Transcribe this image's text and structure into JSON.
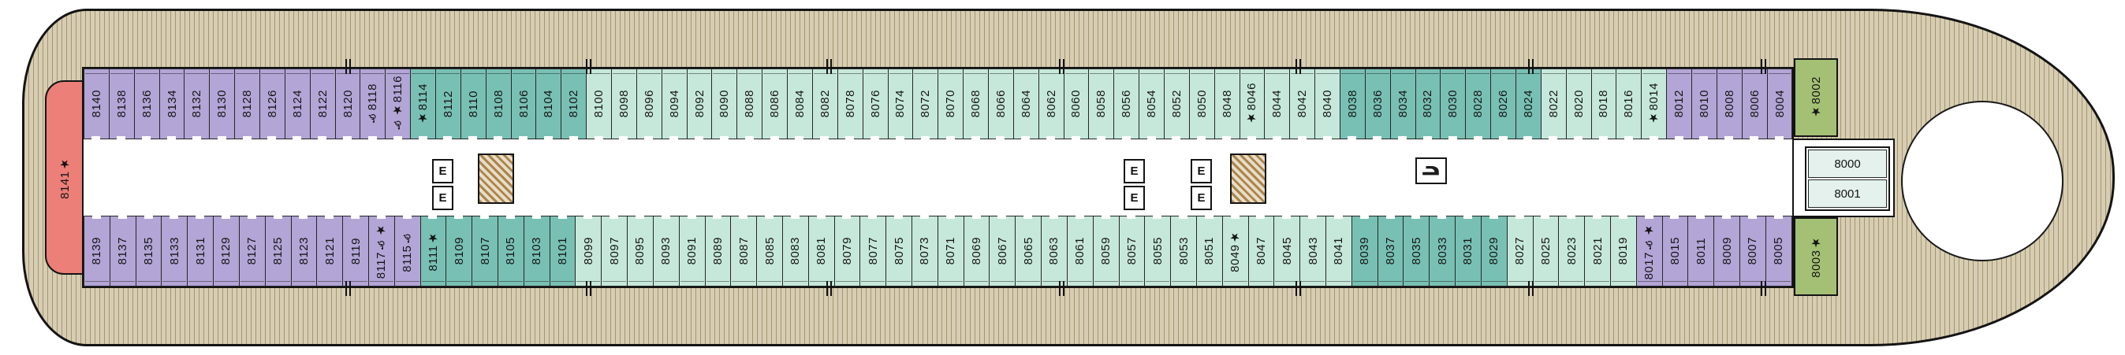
{
  "deck_plan": {
    "colors": {
      "purple": "#b3a5d6",
      "teal": "#79c0b4",
      "mint": "#c6e8da",
      "green": "#a3c075",
      "red": "#ec7f77",
      "pale": "#e4f1ec"
    },
    "stern_cabin": {
      "number": "8141",
      "symbols": "★"
    },
    "top_row": [
      {
        "n": "8140",
        "c": "purple"
      },
      {
        "n": "8138",
        "c": "purple"
      },
      {
        "n": "8136",
        "c": "purple"
      },
      {
        "n": "8134",
        "c": "purple"
      },
      {
        "n": "8132",
        "c": "purple"
      },
      {
        "n": "8130",
        "c": "purple"
      },
      {
        "n": "8128",
        "c": "purple"
      },
      {
        "n": "8126",
        "c": "purple"
      },
      {
        "n": "8124",
        "c": "purple"
      },
      {
        "n": "8122",
        "c": "purple"
      },
      {
        "n": "8120",
        "c": "purple"
      },
      {
        "n": "8118",
        "c": "purple",
        "s": "♿"
      },
      {
        "n": "8116",
        "c": "purple",
        "s": "♿★"
      },
      {
        "n": "8114",
        "c": "teal",
        "s": "★"
      },
      {
        "n": "8112",
        "c": "teal"
      },
      {
        "n": "8110",
        "c": "teal"
      },
      {
        "n": "8108",
        "c": "teal"
      },
      {
        "n": "8106",
        "c": "teal"
      },
      {
        "n": "8104",
        "c": "teal"
      },
      {
        "n": "8102",
        "c": "teal"
      },
      {
        "n": "8100",
        "c": "mint"
      },
      {
        "n": "8098",
        "c": "mint"
      },
      {
        "n": "8096",
        "c": "mint"
      },
      {
        "n": "8094",
        "c": "mint"
      },
      {
        "n": "8092",
        "c": "mint"
      },
      {
        "n": "8090",
        "c": "mint"
      },
      {
        "n": "8088",
        "c": "mint"
      },
      {
        "n": "8086",
        "c": "mint"
      },
      {
        "n": "8084",
        "c": "mint"
      },
      {
        "n": "8082",
        "c": "mint"
      },
      {
        "n": "8078",
        "c": "mint"
      },
      {
        "n": "8076",
        "c": "mint"
      },
      {
        "n": "8074",
        "c": "mint"
      },
      {
        "n": "8072",
        "c": "mint"
      },
      {
        "n": "8070",
        "c": "mint"
      },
      {
        "n": "8068",
        "c": "mint"
      },
      {
        "n": "8066",
        "c": "mint"
      },
      {
        "n": "8064",
        "c": "mint"
      },
      {
        "n": "8062",
        "c": "mint"
      },
      {
        "n": "8060",
        "c": "mint"
      },
      {
        "n": "8058",
        "c": "mint"
      },
      {
        "n": "8056",
        "c": "mint"
      },
      {
        "n": "8054",
        "c": "mint"
      },
      {
        "n": "8052",
        "c": "mint"
      },
      {
        "n": "8050",
        "c": "mint"
      },
      {
        "n": "8048",
        "c": "mint"
      },
      {
        "n": "8046",
        "c": "mint",
        "s": "★"
      },
      {
        "n": "8044",
        "c": "mint"
      },
      {
        "n": "8042",
        "c": "mint"
      },
      {
        "n": "8040",
        "c": "mint"
      },
      {
        "n": "8038",
        "c": "teal"
      },
      {
        "n": "8036",
        "c": "teal"
      },
      {
        "n": "8034",
        "c": "teal"
      },
      {
        "n": "8032",
        "c": "teal"
      },
      {
        "n": "8030",
        "c": "teal"
      },
      {
        "n": "8028",
        "c": "teal"
      },
      {
        "n": "8026",
        "c": "teal"
      },
      {
        "n": "8024",
        "c": "teal"
      },
      {
        "n": "8022",
        "c": "mint"
      },
      {
        "n": "8020",
        "c": "mint"
      },
      {
        "n": "8018",
        "c": "mint"
      },
      {
        "n": "8016",
        "c": "mint"
      },
      {
        "n": "8014",
        "c": "mint",
        "s": "★"
      },
      {
        "n": "8012",
        "c": "purple"
      },
      {
        "n": "8010",
        "c": "purple"
      },
      {
        "n": "8008",
        "c": "purple"
      },
      {
        "n": "8006",
        "c": "purple"
      },
      {
        "n": "8004",
        "c": "purple"
      }
    ],
    "bottom_row": [
      {
        "n": "8139",
        "c": "purple"
      },
      {
        "n": "8137",
        "c": "purple"
      },
      {
        "n": "8135",
        "c": "purple"
      },
      {
        "n": "8133",
        "c": "purple"
      },
      {
        "n": "8131",
        "c": "purple"
      },
      {
        "n": "8129",
        "c": "purple"
      },
      {
        "n": "8127",
        "c": "purple"
      },
      {
        "n": "8125",
        "c": "purple"
      },
      {
        "n": "8123",
        "c": "purple"
      },
      {
        "n": "8121",
        "c": "purple"
      },
      {
        "n": "8119",
        "c": "purple"
      },
      {
        "n": "8117",
        "c": "purple",
        "s": "♿★"
      },
      {
        "n": "8115",
        "c": "purple",
        "s": "♿"
      },
      {
        "n": "8111",
        "c": "teal",
        "s": "★"
      },
      {
        "n": "8109",
        "c": "teal"
      },
      {
        "n": "8107",
        "c": "teal"
      },
      {
        "n": "8105",
        "c": "teal"
      },
      {
        "n": "8103",
        "c": "teal"
      },
      {
        "n": "8101",
        "c": "teal"
      },
      {
        "n": "8099",
        "c": "mint"
      },
      {
        "n": "8097",
        "c": "mint"
      },
      {
        "n": "8095",
        "c": "mint"
      },
      {
        "n": "8093",
        "c": "mint"
      },
      {
        "n": "8091",
        "c": "mint"
      },
      {
        "n": "8089",
        "c": "mint"
      },
      {
        "n": "8087",
        "c": "mint"
      },
      {
        "n": "8085",
        "c": "mint"
      },
      {
        "n": "8083",
        "c": "mint"
      },
      {
        "n": "8081",
        "c": "mint"
      },
      {
        "n": "8079",
        "c": "mint"
      },
      {
        "n": "8077",
        "c": "mint"
      },
      {
        "n": "8075",
        "c": "mint"
      },
      {
        "n": "8073",
        "c": "mint"
      },
      {
        "n": "8071",
        "c": "mint"
      },
      {
        "n": "8069",
        "c": "mint"
      },
      {
        "n": "8067",
        "c": "mint"
      },
      {
        "n": "8065",
        "c": "mint"
      },
      {
        "n": "8063",
        "c": "mint"
      },
      {
        "n": "8061",
        "c": "mint"
      },
      {
        "n": "8059",
        "c": "mint"
      },
      {
        "n": "8057",
        "c": "mint"
      },
      {
        "n": "8055",
        "c": "mint"
      },
      {
        "n": "8053",
        "c": "mint"
      },
      {
        "n": "8051",
        "c": "mint"
      },
      {
        "n": "8049",
        "c": "mint",
        "s": "★"
      },
      {
        "n": "8047",
        "c": "mint"
      },
      {
        "n": "8045",
        "c": "mint"
      },
      {
        "n": "8043",
        "c": "mint"
      },
      {
        "n": "8041",
        "c": "mint"
      },
      {
        "n": "8039",
        "c": "teal"
      },
      {
        "n": "8037",
        "c": "teal"
      },
      {
        "n": "8035",
        "c": "teal"
      },
      {
        "n": "8033",
        "c": "teal"
      },
      {
        "n": "8031",
        "c": "teal"
      },
      {
        "n": "8029",
        "c": "teal"
      },
      {
        "n": "8027",
        "c": "mint"
      },
      {
        "n": "8025",
        "c": "mint"
      },
      {
        "n": "8023",
        "c": "mint"
      },
      {
        "n": "8021",
        "c": "mint"
      },
      {
        "n": "8019",
        "c": "mint"
      },
      {
        "n": "8017",
        "c": "purple",
        "s": "♿★"
      },
      {
        "n": "8015",
        "c": "purple"
      },
      {
        "n": "8011",
        "c": "purple"
      },
      {
        "n": "8009",
        "c": "purple"
      },
      {
        "n": "8007",
        "c": "purple"
      },
      {
        "n": "8005",
        "c": "purple"
      }
    ],
    "bow": {
      "top_cabin": {
        "number": "8002",
        "symbols": "★"
      },
      "bottom_cabin": {
        "number": "8003",
        "symbols": "★"
      },
      "center_cabins": [
        {
          "number": "8000"
        },
        {
          "number": "8001"
        }
      ]
    },
    "facilities": {
      "elevator_label": "E",
      "elevator_count": 6,
      "stairway_count": 2,
      "launderette_icon": "iron"
    }
  }
}
